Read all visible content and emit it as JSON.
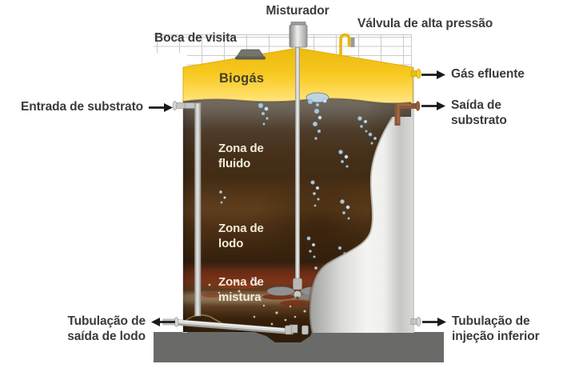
{
  "diagram": {
    "type": "biodigester-cutaway-schematic",
    "labels": {
      "mixer": "Misturador",
      "high_pressure_valve": "Válvula de alta pressão",
      "manhole": "Boca de visita",
      "biogas": "Biogás",
      "effluent_gas": "Gás efluente",
      "substrate_inlet": "Entrada de substrato",
      "substrate_outlet": "Saída de substrato",
      "fluid_zone": "Zona de fluido",
      "sludge_zone": "Zona de lodo",
      "mixing_zone": "Zona de mistura",
      "sludge_outlet_pipe": "Tubulação de saída de lodo",
      "bottom_injection_pipe": "Tubulação de injeção inferior"
    },
    "icons": {
      "arrow_right": "→",
      "arrow_left": "←"
    },
    "colors": {
      "biogas_yellow": "#F7C81F",
      "biogas_yellow_light": "#FFEC96",
      "liquid_top_gray": "#6B6257",
      "liquid_dark_brown": "#422C14",
      "mixing_zone_red": "#7B3418",
      "bubble_blue": "#A9C6DA",
      "structure_gray": "#CBCBC9",
      "foundation_gray": "#6A6A68",
      "cutaway_gray": "#E6E6E4",
      "substrate_pipe_brown": "#8A5638",
      "outer_label_text": "#3B3B3B",
      "zone_label_text": "#F2ECDB"
    }
  }
}
